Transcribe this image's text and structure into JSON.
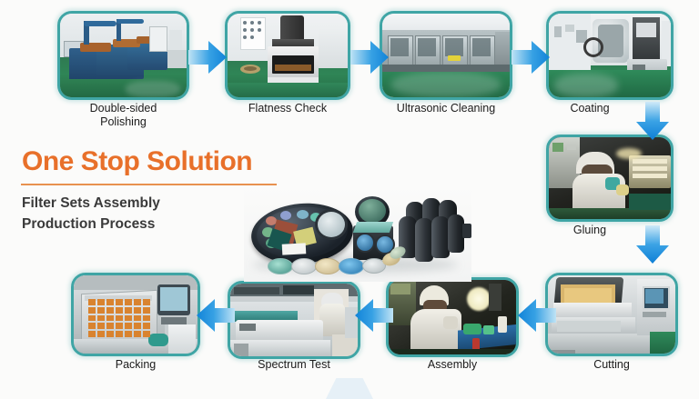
{
  "meta": {
    "background_color": "#fbfbfa",
    "accent_orange": "#e8702a",
    "card_border_teal": "#3fa5a5",
    "arrow_blue": "#1f8fe0"
  },
  "headline": {
    "title": "One Stop Solution",
    "subtitle": "Filter Sets Assembly\nProduction Process"
  },
  "center_image": {
    "name": "optical-filter-products-photo",
    "alt": "Assorted optical filters, filter wheel, cube beamsplitter and black cylindrical filter holders"
  },
  "steps": [
    {
      "id": "double-sided-polishing",
      "label": "Double-sided\nPolishing",
      "row": "top",
      "order": 1,
      "photo": "polishing-machines-room"
    },
    {
      "id": "flatness-check",
      "label": "Flatness Check",
      "row": "top",
      "order": 2,
      "photo": "flatness-interferometer"
    },
    {
      "id": "ultrasonic-cleaning",
      "label": "Ultrasonic Cleaning",
      "row": "top",
      "order": 3,
      "photo": "ultrasonic-cleaning-line"
    },
    {
      "id": "coating",
      "label": "Coating",
      "row": "top",
      "order": 4,
      "photo": "vacuum-coating-chamber"
    },
    {
      "id": "gluing",
      "label": "Gluing",
      "row": "right",
      "order": 5,
      "photo": "operator-gluing-bench"
    },
    {
      "id": "cutting",
      "label": "Cutting",
      "row": "bottom",
      "order": 6,
      "photo": "cutting-machine"
    },
    {
      "id": "assembly",
      "label": "Assembly",
      "row": "bottom",
      "order": 7,
      "photo": "operator-assembly-bench"
    },
    {
      "id": "spectrum-test",
      "label": "Spectrum Test",
      "row": "bottom",
      "order": 8,
      "photo": "spectrophotometer-test"
    },
    {
      "id": "packing",
      "label": "Packing",
      "row": "bottom",
      "order": 9,
      "photo": "packing-station"
    }
  ],
  "arrows": [
    {
      "id": "arrow-polishing-to-flatness",
      "direction": "right"
    },
    {
      "id": "arrow-flatness-to-cleaning",
      "direction": "right"
    },
    {
      "id": "arrow-cleaning-to-coating",
      "direction": "right"
    },
    {
      "id": "arrow-coating-to-gluing",
      "direction": "down"
    },
    {
      "id": "arrow-gluing-to-cutting",
      "direction": "down"
    },
    {
      "id": "arrow-cutting-to-assembly",
      "direction": "left"
    },
    {
      "id": "arrow-assembly-to-spectrum",
      "direction": "left"
    },
    {
      "id": "arrow-spectrum-to-packing",
      "direction": "left"
    }
  ]
}
